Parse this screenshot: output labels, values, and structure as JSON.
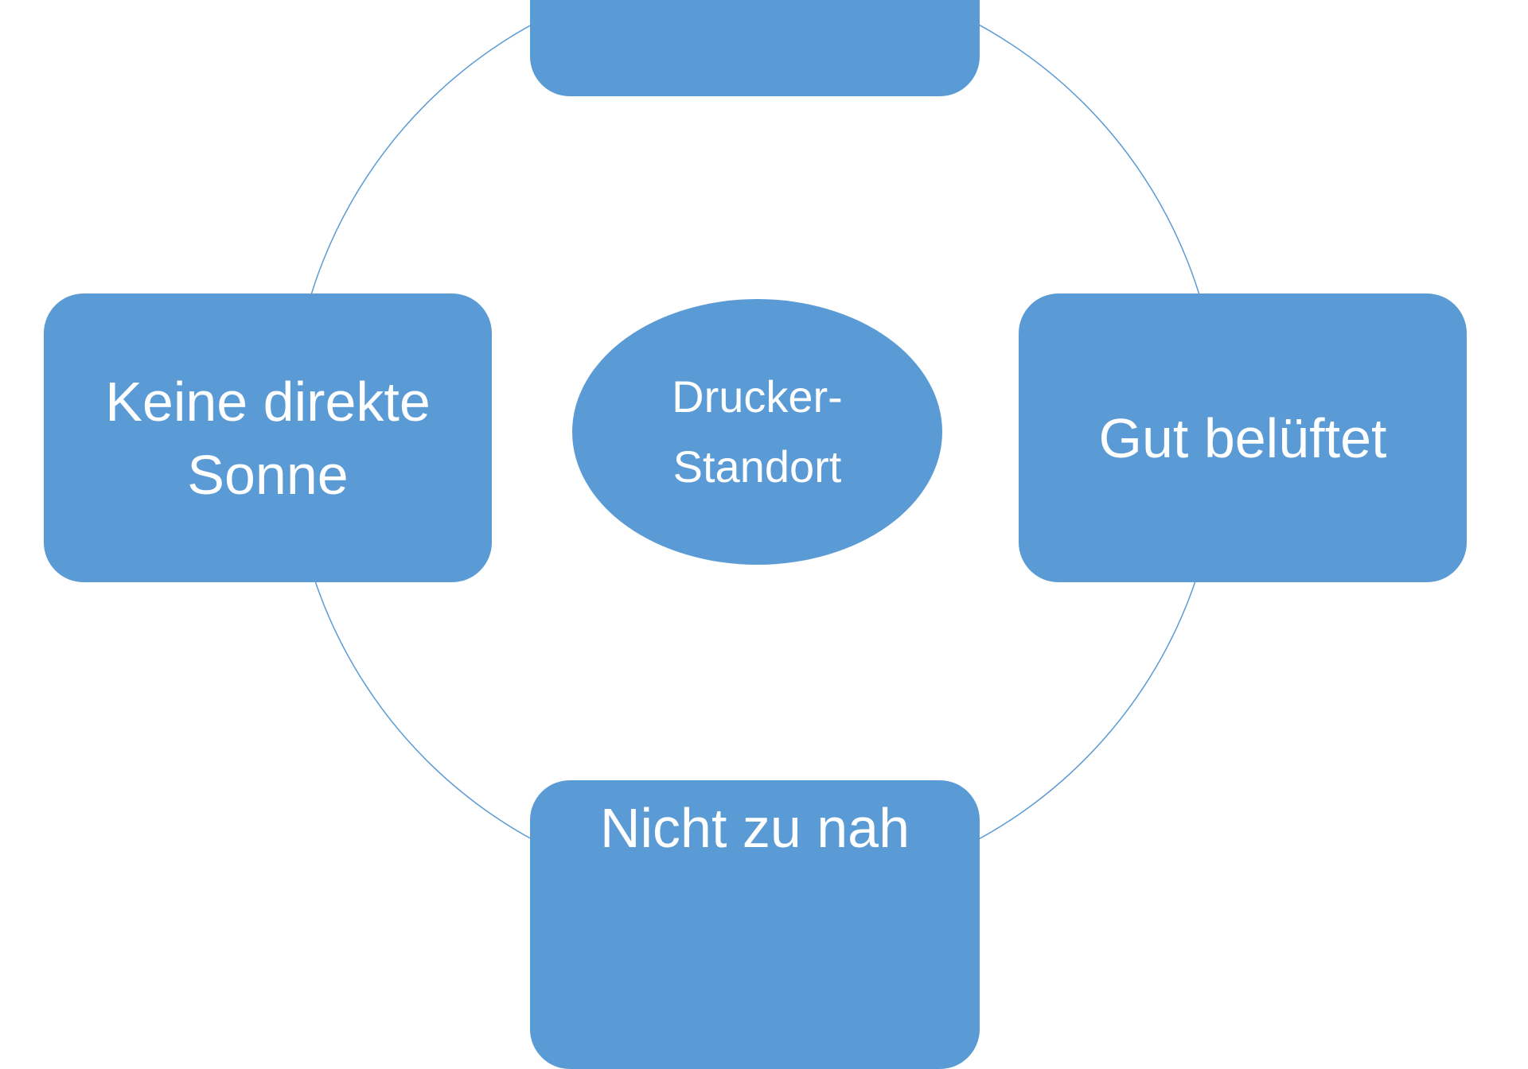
{
  "colors": {
    "shape_fill": "#5b9bd5",
    "ring_stroke": "#5b9bd5",
    "text": "#ffffff"
  },
  "center": {
    "line1": "Drucker-",
    "line2": "Standort"
  },
  "nodes": {
    "top": "",
    "left": {
      "line1": "Keine direkte",
      "line2": "Sonne"
    },
    "right": "Gut belüftet",
    "bottom": "Nicht zu nah"
  }
}
